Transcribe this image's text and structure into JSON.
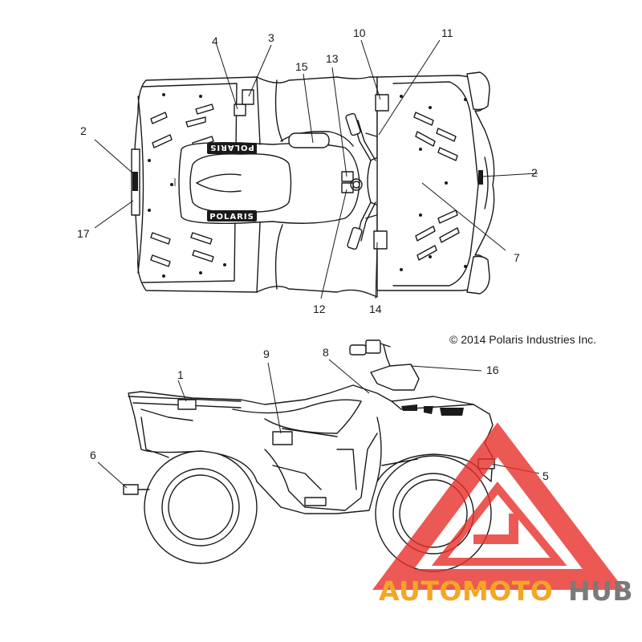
{
  "diagram": {
    "copyright": "© 2014 Polaris Industries Inc.",
    "brand_label": "POLARIS",
    "callouts": [
      "1",
      "2",
      "2",
      "3",
      "4",
      "5",
      "6",
      "7",
      "8",
      "9",
      "10",
      "11",
      "12",
      "13",
      "14",
      "15",
      "16",
      "17"
    ]
  },
  "watermark": {
    "part1": "AUTOMOTO",
    "part2": "HUB",
    "color_primary": "#f5a623",
    "color_secondary": "#7a7a7a",
    "logo_color": "#e8302a"
  }
}
